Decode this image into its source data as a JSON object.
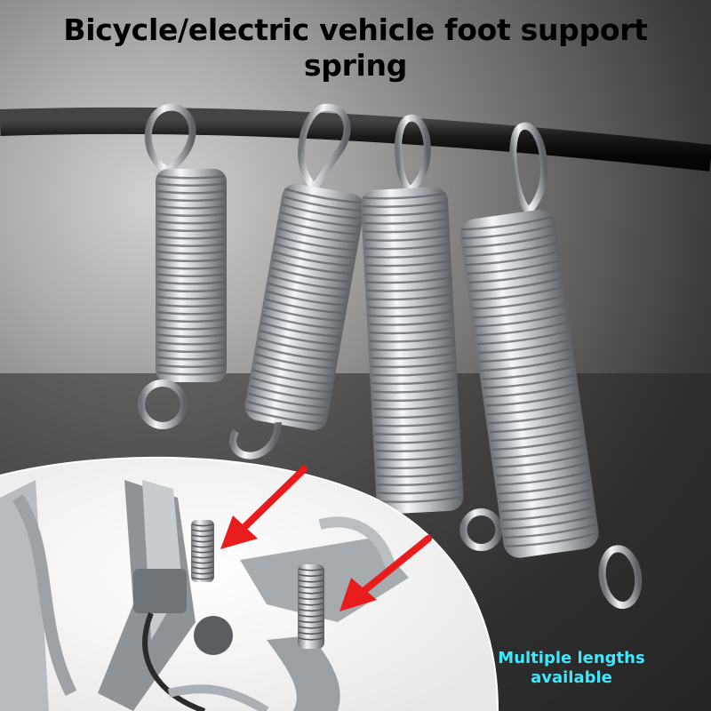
{
  "headline": {
    "line1": "Bicycle/electric vehicle foot support",
    "line2": "spring"
  },
  "caption": {
    "line1": "Multiple lengths",
    "line2": "available"
  },
  "colors": {
    "caption": "#3fe7ff",
    "arrow": "#e81c1c",
    "rod": "#161616",
    "steel": "#c9ccd0"
  },
  "springs": [
    {
      "name": "shortest-spring"
    },
    {
      "name": "short-spring-with-hook"
    },
    {
      "name": "long-spring"
    },
    {
      "name": "longest-spring"
    }
  ]
}
